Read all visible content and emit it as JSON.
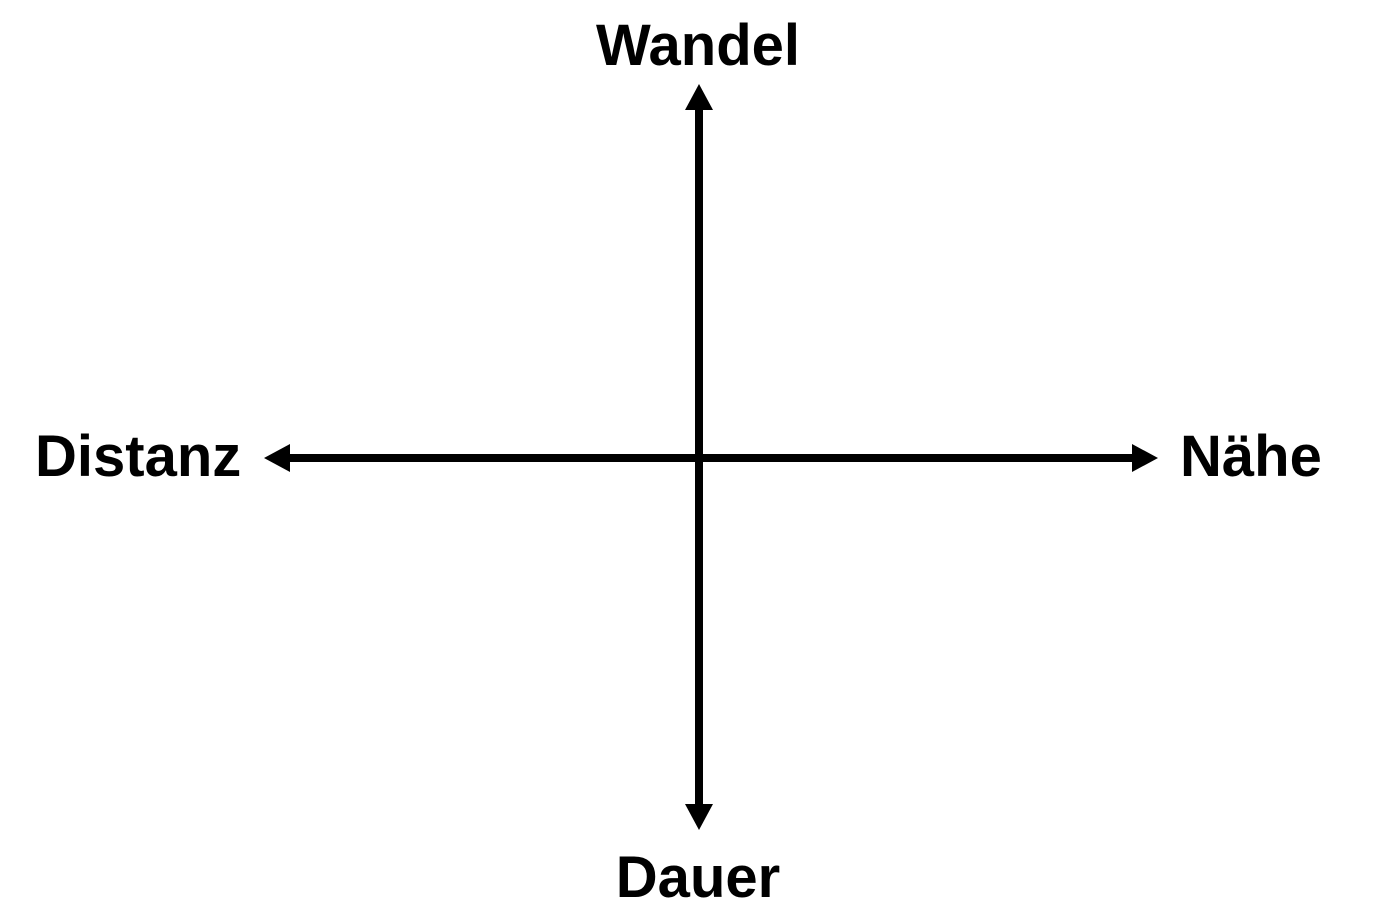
{
  "diagram": {
    "labels": {
      "top": "Wandel",
      "bottom": "Dauer",
      "left": "Distanz",
      "right": "Nähe"
    },
    "line_color": "#000000",
    "background": "#ffffff"
  }
}
